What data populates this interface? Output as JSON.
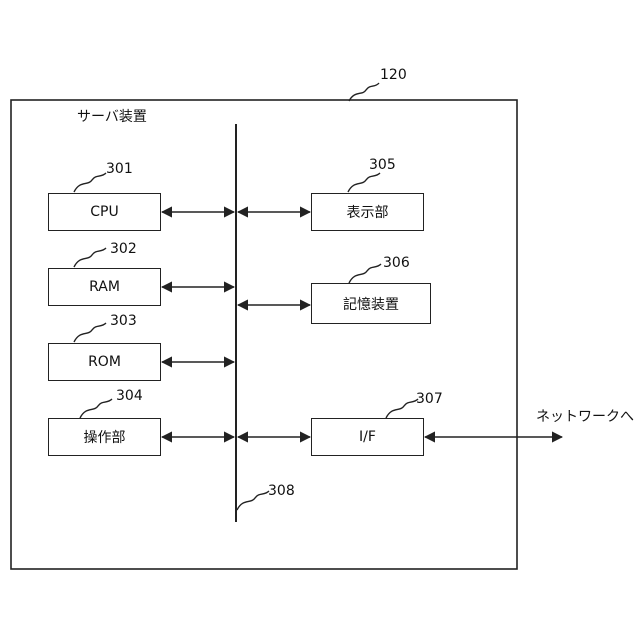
{
  "server": {
    "ref": "120",
    "title": "サーバ装置"
  },
  "components": [
    {
      "id": "cpu",
      "ref": "301",
      "label": "CPU"
    },
    {
      "id": "ram",
      "ref": "302",
      "label": "RAM"
    },
    {
      "id": "rom",
      "ref": "303",
      "label": "ROM"
    },
    {
      "id": "operation-unit",
      "ref": "304",
      "label": "操作部"
    },
    {
      "id": "display-unit",
      "ref": "305",
      "label": "表示部"
    },
    {
      "id": "storage-device",
      "ref": "306",
      "label": "記憶装置"
    },
    {
      "id": "interface",
      "ref": "307",
      "label": "I/F"
    }
  ],
  "bus": {
    "ref": "308"
  },
  "network": {
    "label": "ネットワークへ"
  }
}
